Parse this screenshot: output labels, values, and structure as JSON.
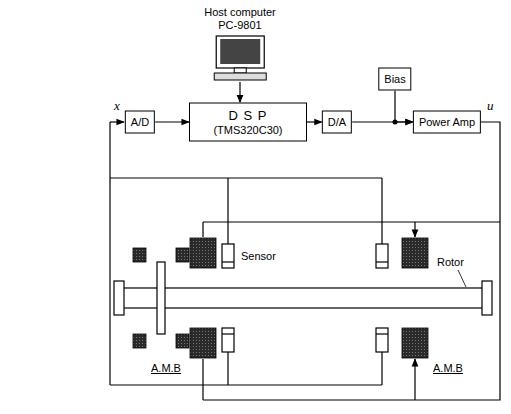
{
  "diagram": {
    "nodes": [
      {
        "text": [
          "Host computer",
          "PC-9801"
        ]
      },
      {
        "text": [
          "A/D"
        ]
      },
      {
        "text": [
          "D S P",
          "(TMS320C30)"
        ]
      },
      {
        "text": [
          "D/A"
        ]
      },
      {
        "text": [
          "Bias"
        ]
      },
      {
        "text": [
          "Power Amp"
        ]
      }
    ],
    "edges": [
      {
        "from": 0,
        "to": 2,
        "arrow": "to"
      },
      {
        "from": 1,
        "to": 2,
        "arrow": "to"
      },
      {
        "from": 2,
        "to": 3,
        "arrow": "to"
      },
      {
        "from": 3,
        "to": 5,
        "arrow": "to"
      },
      {
        "from": 4,
        "to": 5,
        "arrow": "to"
      }
    ],
    "labels": [
      "x",
      "u",
      "Sensor",
      "Rotor",
      "A.M.B",
      "A.M.B"
    ]
  }
}
